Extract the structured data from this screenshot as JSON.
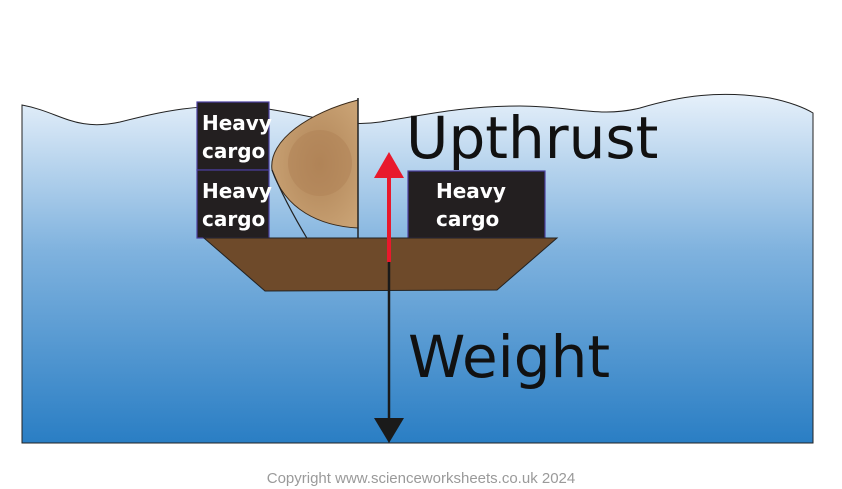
{
  "diagram": {
    "colors": {
      "water_top": "#e6f0fa",
      "water_bottom": "#2a7ec4",
      "hull": "#6e4a2a",
      "sail": "#c49a6c",
      "sail_shade": "#b08457",
      "cargo": "#231f20",
      "upthrust_arrow": "#e8192c",
      "weight_arrow": "#1a1a1a"
    },
    "cargo_boxes": [
      {
        "line1": "Heavy",
        "line2": "cargo"
      },
      {
        "line1": "Heavy",
        "line2": "cargo"
      },
      {
        "line1": "Heavy",
        "line2": "cargo"
      }
    ],
    "forces": {
      "upthrust_label": "Upthrust",
      "weight_label": "Weight"
    },
    "icons": {
      "boat": "boat-icon",
      "sail": "sail-icon",
      "up_arrow": "arrow-up-icon",
      "down_arrow": "arrow-down-icon"
    }
  },
  "footer": {
    "copyright": "Copyright www.scienceworksheets.co.uk 2024"
  }
}
